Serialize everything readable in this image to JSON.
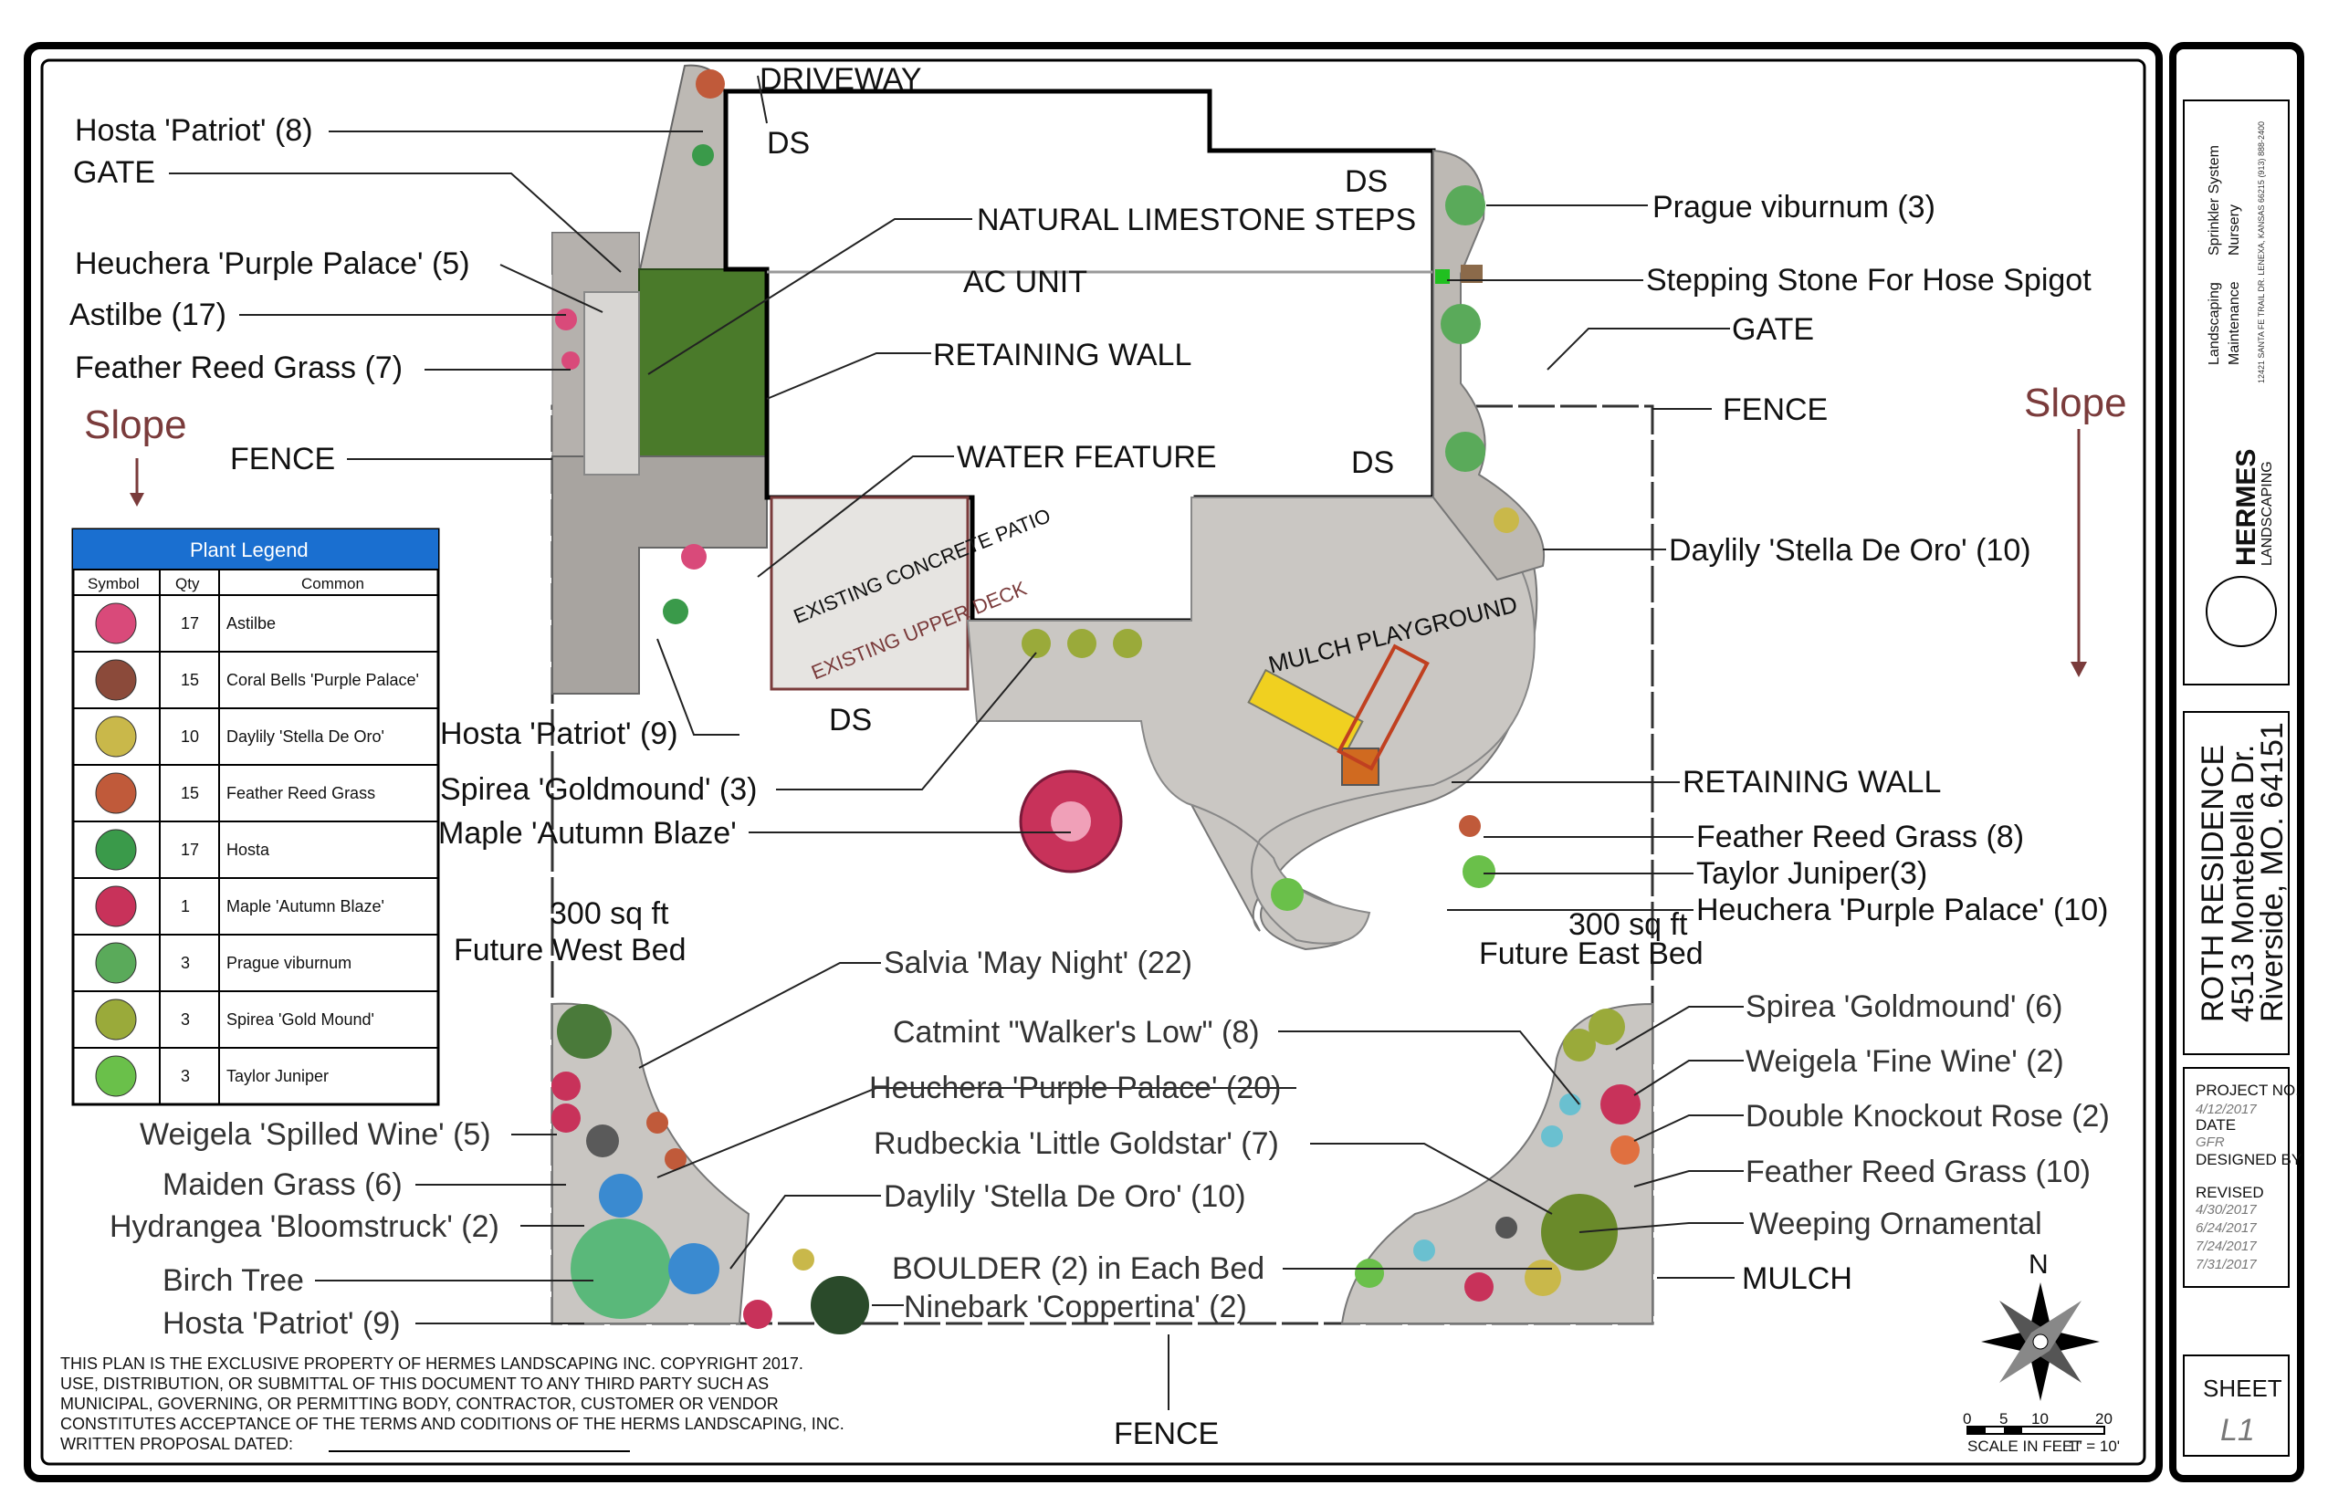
{
  "labels": {
    "driveway": "DRIVEWAY",
    "ds": "DS",
    "hosta_patriot_8": "Hosta 'Patriot' (8)",
    "gate": "GATE",
    "heuchera_pp_5": "Heuchera 'Purple Palace' (5)",
    "astilbe_17": "Astilbe (17)",
    "feather_7": "Feather Reed Grass (7)",
    "fence": "FENCE",
    "slope": "Slope",
    "limestone_steps": "NATURAL LIMESTONE STEPS",
    "ac_unit": "AC UNIT",
    "retaining_wall": "RETAINING WALL",
    "water_feature": "WATER FEATURE",
    "existing_patio": "EXISTING CONCRETE PATIO",
    "existing_deck": "EXISTING UPPER DECK",
    "mulch_playground": "MULCH PLAYGROUND",
    "hosta_patriot_9": "Hosta 'Patriot' (9)",
    "spirea_3": "Spirea 'Goldmound' (3)",
    "maple": "Maple 'Autumn Blaze'",
    "prague": "Prague viburnum (3)",
    "stepping_stone": "Stepping Stone For Hose Spigot",
    "daylily_10": "Daylily 'Stella De Oro' (10)",
    "feather_8": "Feather Reed Grass (8)",
    "taylor_3": "Taylor Juniper(3)",
    "heuchera_pp_10": "Heuchera 'Purple Palace' (10)",
    "sqft_west": "300 sq ft",
    "sqft_east": "300 sq ft",
    "future_west": "Future West Bed",
    "future_east": "Future East Bed",
    "salvia": "Salvia 'May Night' (22)",
    "catmint": "Catmint \"Walker's Low\" (8)",
    "heuchera_pp_20": "Heuchera 'Purple Palace' (20)",
    "rudbeckia": "Rudbeckia 'Little Goldstar' (7)",
    "daylily_10b": "Daylily 'Stella De Oro' (10)",
    "boulder": "BOULDER (2) in Each Bed",
    "ninebark": "Ninebark 'Coppertina' (2)",
    "weigela_spilled": "Weigela 'Spilled Wine' (5)",
    "maiden": "Maiden Grass (6)",
    "hydrangea": "Hydrangea 'Bloomstruck' (2)",
    "birch": "Birch Tree",
    "hosta_patriot_9b": "Hosta 'Patriot' (9)",
    "spirea_6": "Spirea 'Goldmound' (6)",
    "weigela_fine": "Weigela 'Fine Wine' (2)",
    "knockout": "Double Knockout Rose (2)",
    "feather_10": "Feather Reed Grass (10)",
    "weeping": "Weeping Ornamental",
    "mulch": "MULCH",
    "north": "N"
  },
  "legend": {
    "title": "Plant Legend",
    "headers": [
      "Symbol",
      "Qty",
      "Common"
    ],
    "rows": [
      {
        "qty": "17",
        "name": "Astilbe",
        "color": "#d94a7a"
      },
      {
        "qty": "15",
        "name": "Coral Bells 'Purple Palace'",
        "color": "#8b4a3a"
      },
      {
        "qty": "10",
        "name": "Daylily 'Stella De Oro'",
        "color": "#c9b84a"
      },
      {
        "qty": "15",
        "name": "Feather Reed Grass",
        "color": "#c05a3a"
      },
      {
        "qty": "17",
        "name": "Hosta",
        "color": "#3a9a4a"
      },
      {
        "qty": "1",
        "name": "Maple 'Autumn Blaze'",
        "color": "#c8325a"
      },
      {
        "qty": "3",
        "name": "Prague viburnum",
        "color": "#5aaa5a"
      },
      {
        "qty": "3",
        "name": "Spirea 'Gold Mound'",
        "color": "#9aaa3a"
      },
      {
        "qty": "3",
        "name": "Taylor Juniper",
        "color": "#6ac04a"
      }
    ]
  },
  "notes": {
    "line1": "THIS PLAN IS THE EXCLUSIVE PROPERTY OF HERMES LANDSCAPING INC. COPYRIGHT 2017.",
    "line2": "USE, DISTRIBUTION, OR SUBMITTAL OF THIS DOCUMENT TO ANY THIRD PARTY SUCH AS",
    "line3": "MUNICIPAL, GOVERNING, OR PERMITTING BODY, CONTRACTOR, CUSTOMER OR VENDOR",
    "line4": "CONSTITUTES ACCEPTANCE OF THE TERMS AND CODITIONS OF THE HERMS LANDSCAPING, INC.",
    "line5": "WRITTEN PROPOSAL DATED:"
  },
  "scale": {
    "label": "SCALE IN FEET",
    "ratio": "1\" = 10'",
    "ticks": [
      "0",
      "5",
      "10",
      "20"
    ]
  },
  "title_block": {
    "services": [
      "Landscaping",
      "Sprinkler System",
      "Maintenance",
      "Nursery"
    ],
    "company": "HERMES",
    "company_sub": "LANDSCAPING",
    "address": "12421 SANTA FE TRAIL DR. LENEXA, KANSAS 66215 (913) 888-2400",
    "client_name": "ROTH RESIDENCE",
    "client_street": "4513 Montebella Dr.",
    "client_city": "Riverside, MO. 64151",
    "project_no_label": "PROJECT NO.",
    "project_no": "4/12/2017",
    "date_label": "DATE",
    "date": "GFR",
    "designed_label": "DESIGNED BY",
    "revised_label": "REVISED",
    "revisions": [
      "4/30/2017",
      "6/24/2017",
      "7/24/2017",
      "7/31/2017"
    ],
    "sheet_label": "SHEET",
    "sheet": "L1"
  },
  "colors": {
    "lawn": "#ffffff",
    "mulch": "#c9c6c2",
    "grass_patio": "#4a7a2a",
    "legend_header": "#1a6fd0"
  }
}
